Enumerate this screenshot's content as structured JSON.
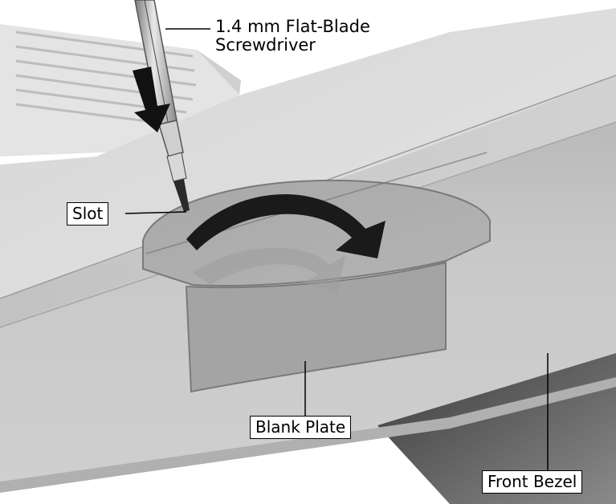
{
  "labels": {
    "screwdriver_line1": "1.4 mm Flat-Blade",
    "screwdriver_line2": "Screwdriver",
    "slot": "Slot",
    "blank_plate": "Blank Plate",
    "front_bezel": "Front Bezel"
  }
}
